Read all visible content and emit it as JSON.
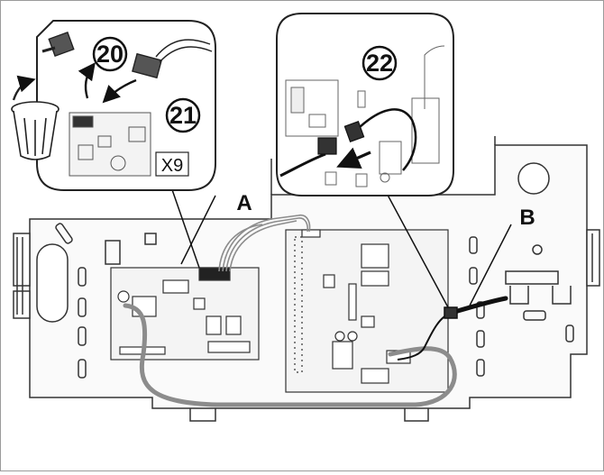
{
  "steps": [
    "20",
    "21",
    "22"
  ],
  "callouts": [
    "A",
    "B"
  ],
  "connector_label": "X9",
  "colors": {
    "line": "#1a1a1a",
    "cable_grey": "#8c8c8c",
    "pcb_fill": "#f4f4f4",
    "housing_fill": "#fafafa"
  }
}
